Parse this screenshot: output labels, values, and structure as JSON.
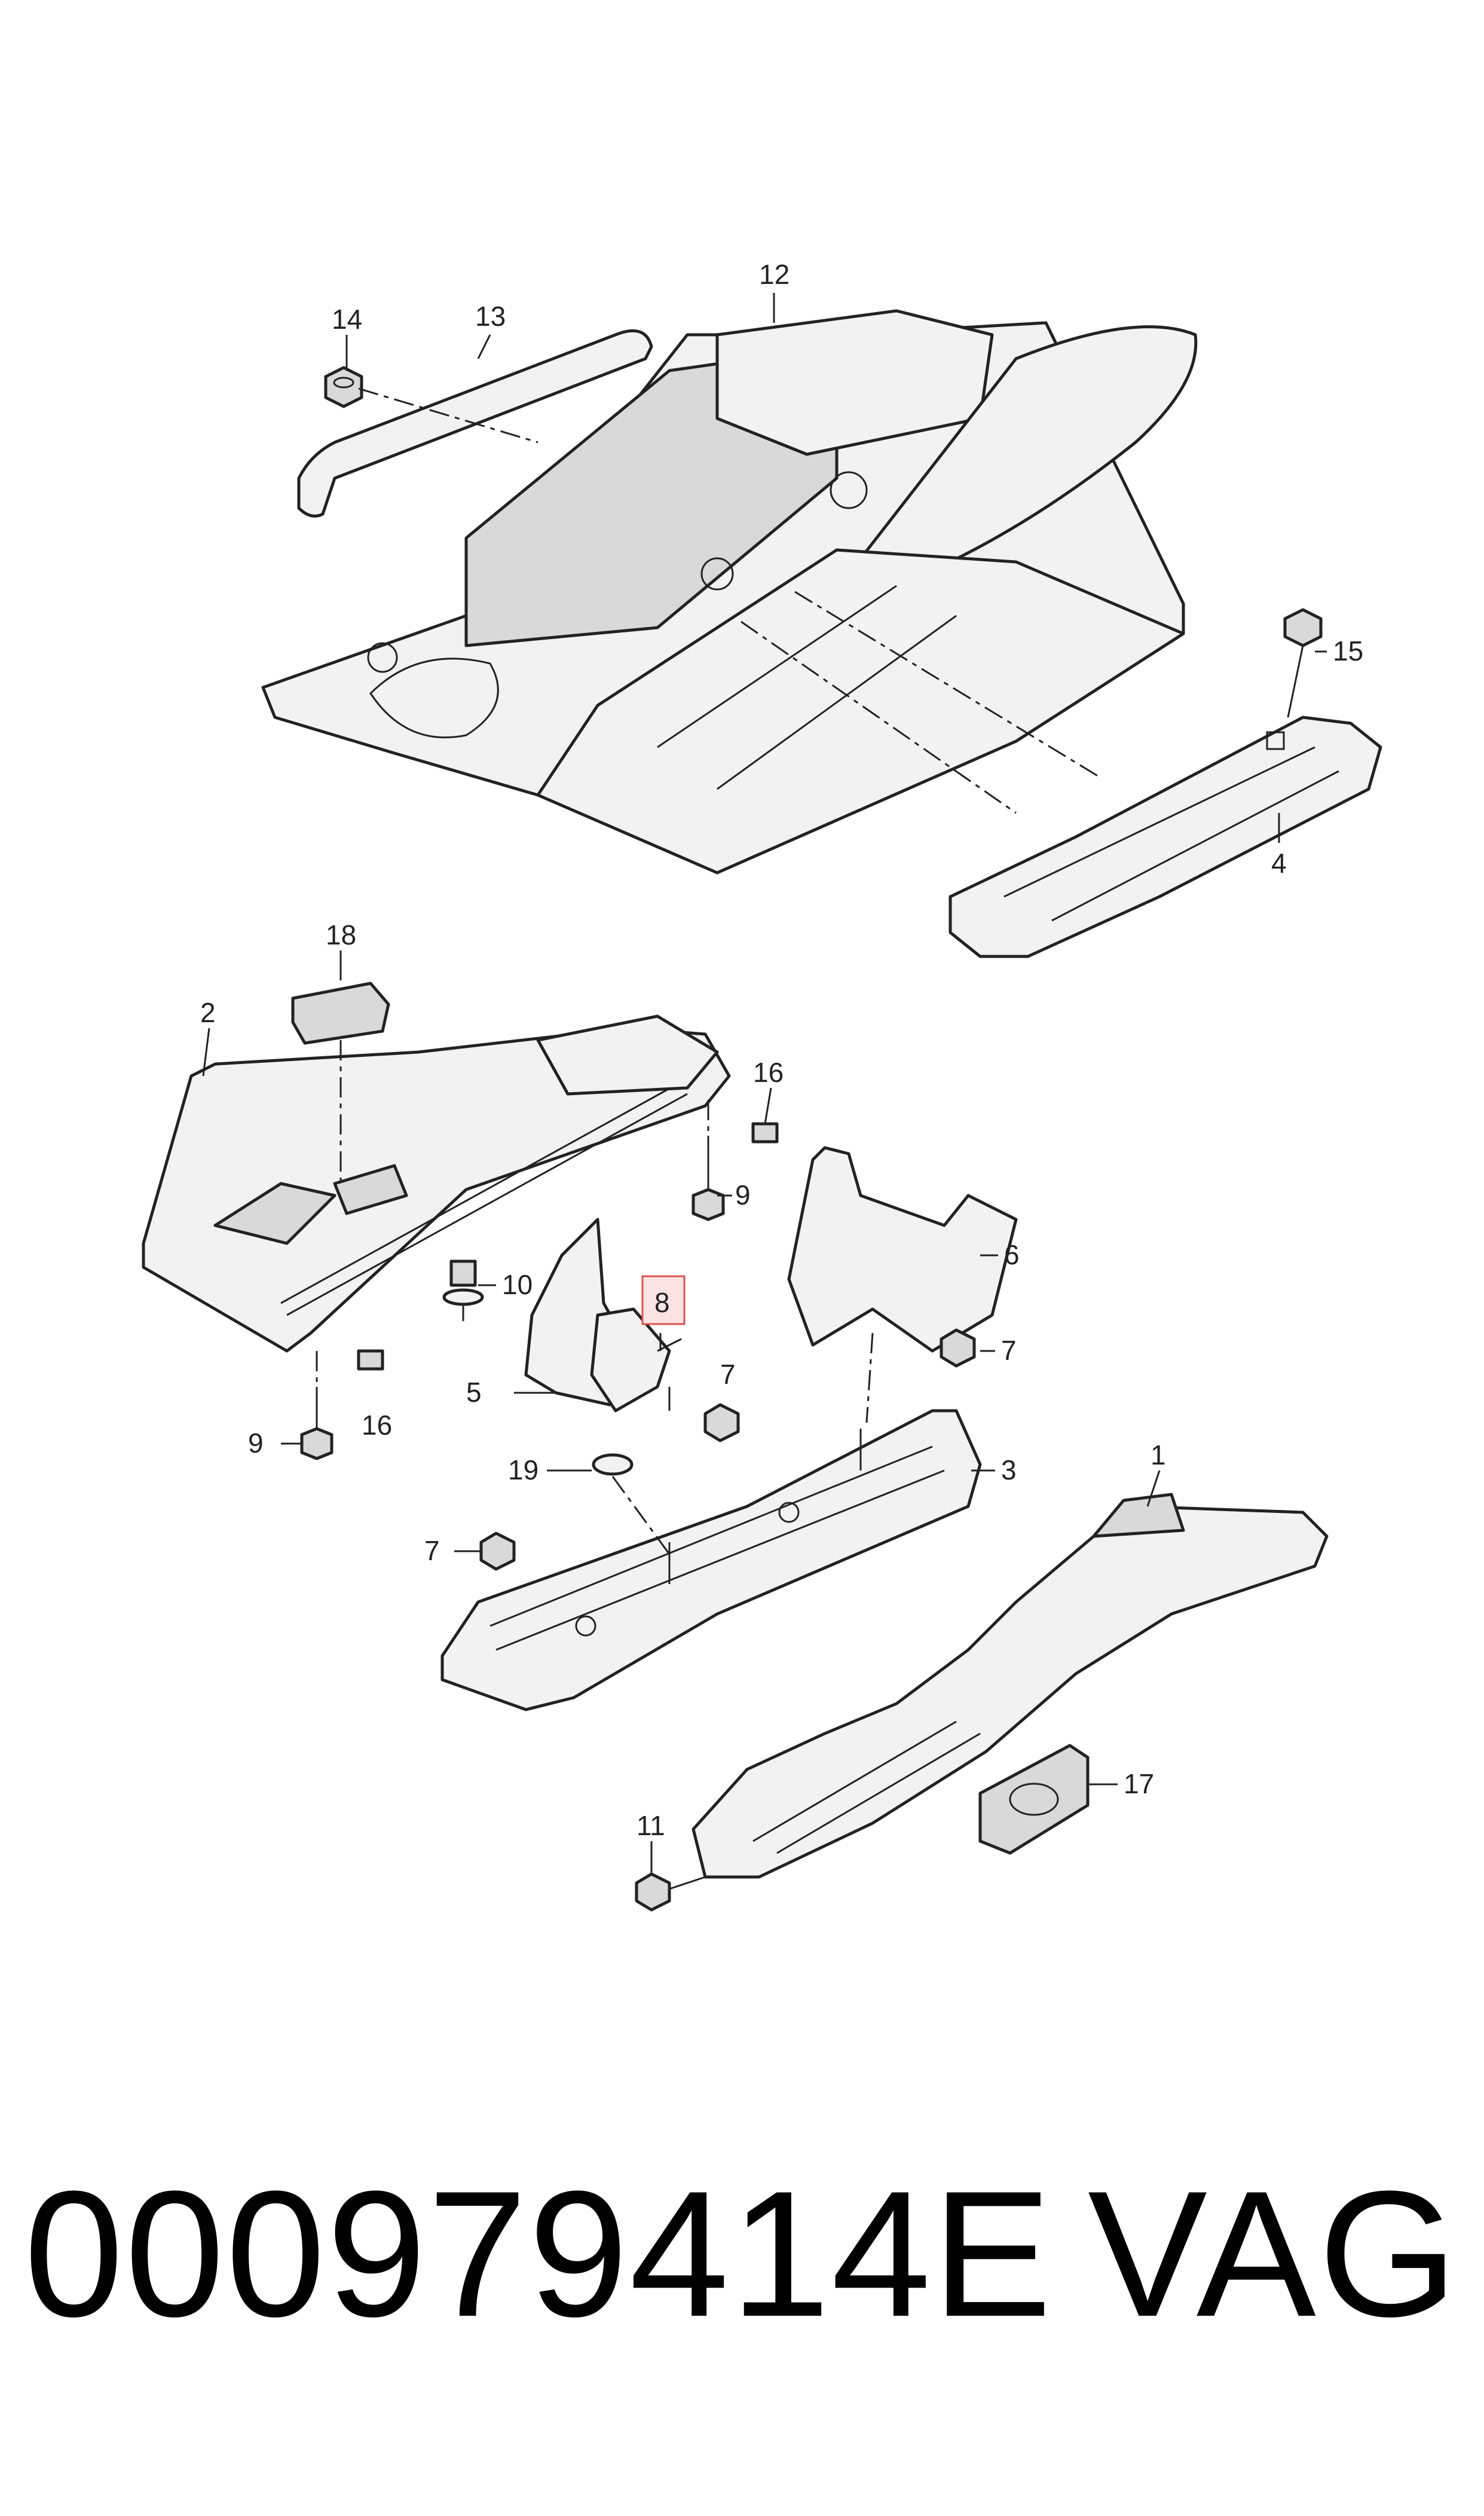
{
  "callouts": {
    "c1": "1",
    "c2": "2",
    "c3": "3",
    "c4": "4",
    "c5": "5",
    "c6": "6",
    "c7a": "7",
    "c7b": "7",
    "c7c": "7",
    "c8": "8",
    "c9a": "9",
    "c9b": "9",
    "c10": "10",
    "c11": "11",
    "c12": "12",
    "c13": "13",
    "c14": "14",
    "c15": "15",
    "c16a": "16",
    "c16b": "16",
    "c17": "17",
    "c18": "18",
    "c19": "19"
  },
  "highlighted_callout": "8",
  "footer": {
    "part_number": "000979414E",
    "brand": "VAG"
  },
  "colors": {
    "highlight_border": "#d9534f",
    "highlight_fill": "#fbe3e3",
    "ink": "#222222"
  }
}
